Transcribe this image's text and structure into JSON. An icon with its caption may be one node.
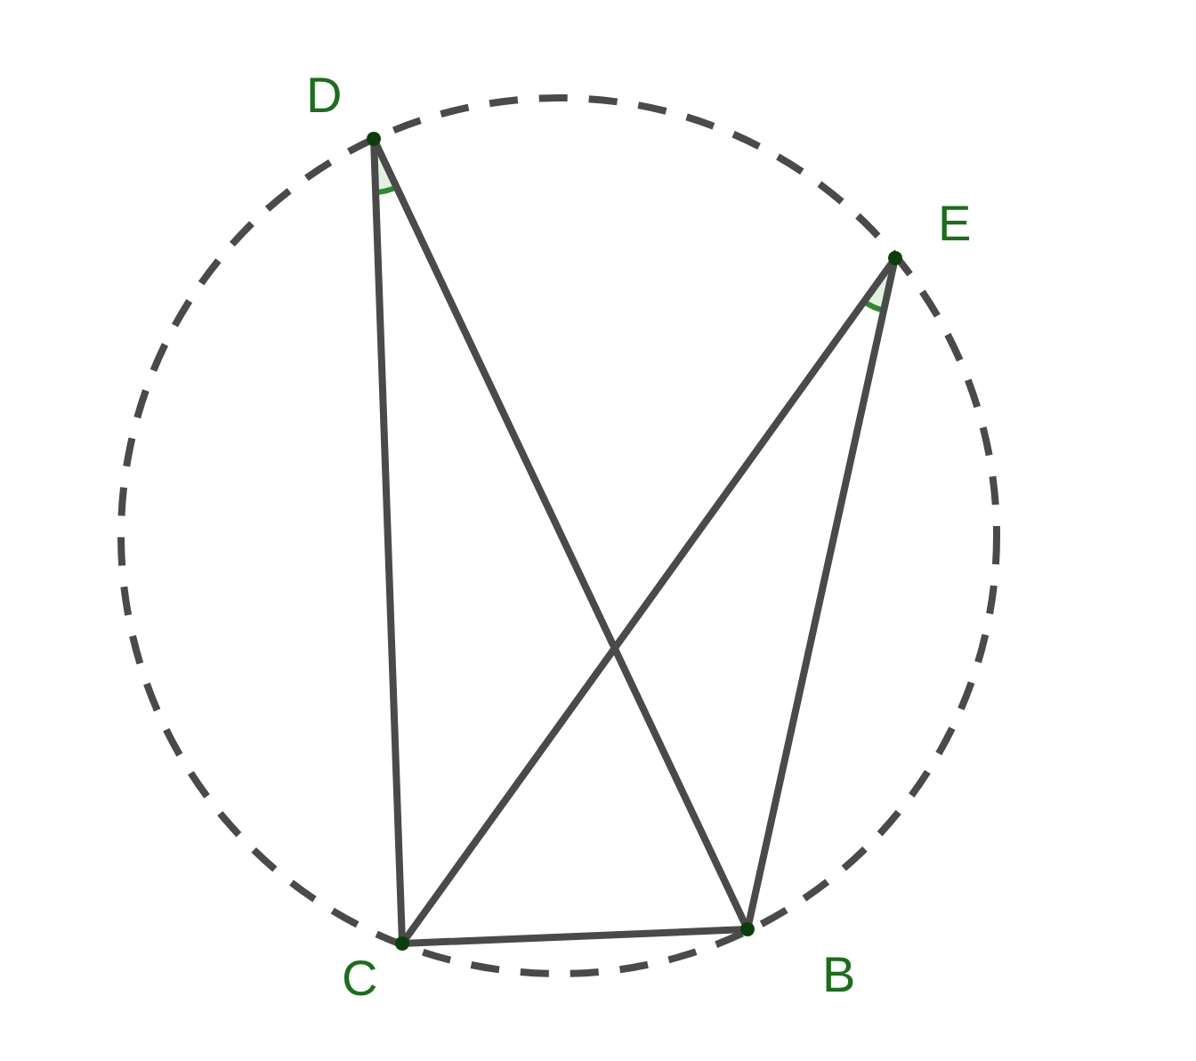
{
  "diagram": {
    "nodes": [
      {
        "text": [
          "D"
        ]
      },
      {
        "text": [
          "E"
        ]
      },
      {
        "text": [
          "C"
        ]
      },
      {
        "text": [
          "B"
        ]
      }
    ],
    "edges": [
      {
        "from": 0,
        "to": 2,
        "arrow": "none"
      },
      {
        "from": 0,
        "to": 3,
        "arrow": "none"
      },
      {
        "from": 1,
        "to": 2,
        "arrow": "none"
      },
      {
        "from": 1,
        "to": 3,
        "arrow": "none"
      },
      {
        "from": 2,
        "to": 3,
        "arrow": "none"
      }
    ]
  }
}
